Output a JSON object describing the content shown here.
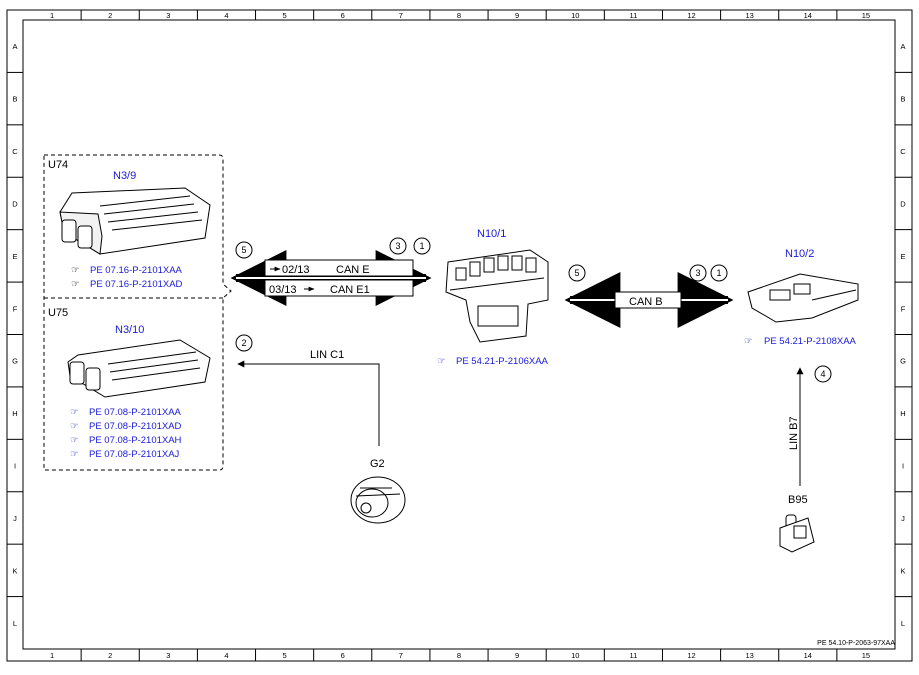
{
  "grid": {
    "columns": [
      "1",
      "2",
      "3",
      "4",
      "5",
      "6",
      "7",
      "8",
      "9",
      "10",
      "11",
      "12",
      "13",
      "14",
      "15"
    ],
    "rows": [
      "A",
      "B",
      "C",
      "D",
      "E",
      "F",
      "G",
      "H",
      "I",
      "J",
      "K",
      "L"
    ]
  },
  "groups": {
    "u74": "U74",
    "u75": "U75"
  },
  "components": {
    "n3_9": "N3/9",
    "n3_10": "N3/10",
    "n10_1": "N10/1",
    "n10_2": "N10/2",
    "g2": "G2",
    "b95": "B95"
  },
  "refs": {
    "n3_9": [
      "PE 07.16-P-2101XAA",
      "PE 07.16-P-2101XAD"
    ],
    "n3_10": [
      "PE 07.08-P-2101XAA",
      "PE 07.08-P-2101XAD",
      "PE 07.08-P-2101XAH",
      "PE 07.08-P-2101XAJ"
    ],
    "n10_1": "PE 54.21-P-2106XAA",
    "n10_2": "PE 54.21-P-2108XAA"
  },
  "buses": {
    "can_e": "CAN E",
    "can_e1": "CAN E1",
    "can_b": "CAN B",
    "lin_c1": "LIN C1",
    "lin_b7": "LIN B7",
    "can_e_code": "02/13",
    "can_e1_code": "03/13"
  },
  "markers": {
    "m5a": "5",
    "m3a": "3",
    "m1a": "1",
    "m5b": "5",
    "m3b": "3",
    "m1b": "1",
    "m2": "2",
    "m4": "4"
  },
  "footer": "PE 54.10-P-2063-97XAA",
  "colors": {
    "link": "#1a1adc",
    "line": "#000000"
  }
}
